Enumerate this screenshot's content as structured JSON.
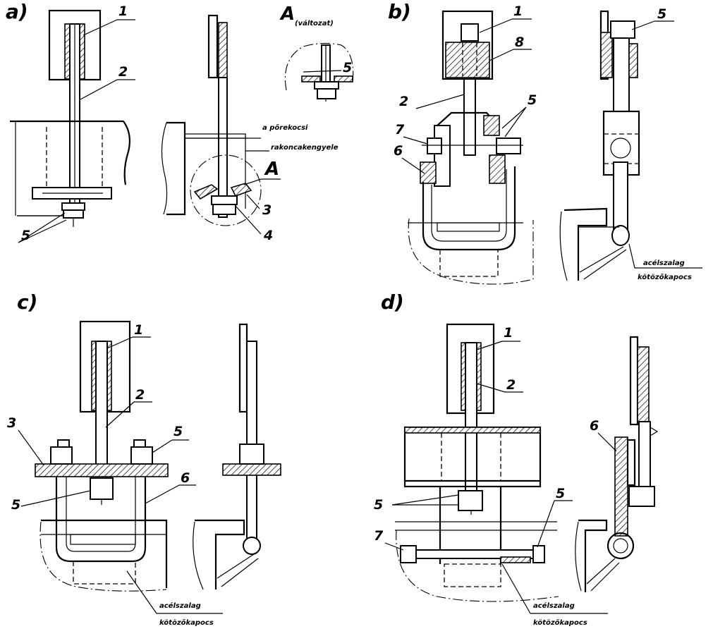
{
  "panels": {
    "a": {
      "tag": "a)",
      "numbers": [
        "1",
        "2",
        "5",
        "3",
        "4"
      ],
      "detail_letter": "A",
      "detail_title": "A",
      "detail_subtitle": "(változat)",
      "detail_number": "5",
      "note_line1": "a pőrekocsi",
      "note_line2": "rakoncakengyele"
    },
    "b": {
      "tag": "b)",
      "numbers": [
        "1",
        "8",
        "2",
        "7",
        "6",
        "5",
        "5"
      ],
      "caption_line1": "acélszalag",
      "caption_line2": "kötözőkapocs"
    },
    "c": {
      "tag": "c)",
      "numbers": [
        "1",
        "2",
        "3",
        "5",
        "5",
        "6"
      ],
      "caption_line1": "acélszalag",
      "caption_line2": "kötözőkapocs"
    },
    "d": {
      "tag": "d)",
      "numbers": [
        "1",
        "2",
        "5",
        "5",
        "7",
        "6"
      ],
      "caption_line1": "acélszalag",
      "caption_line2": "kötözőkapocs"
    }
  }
}
